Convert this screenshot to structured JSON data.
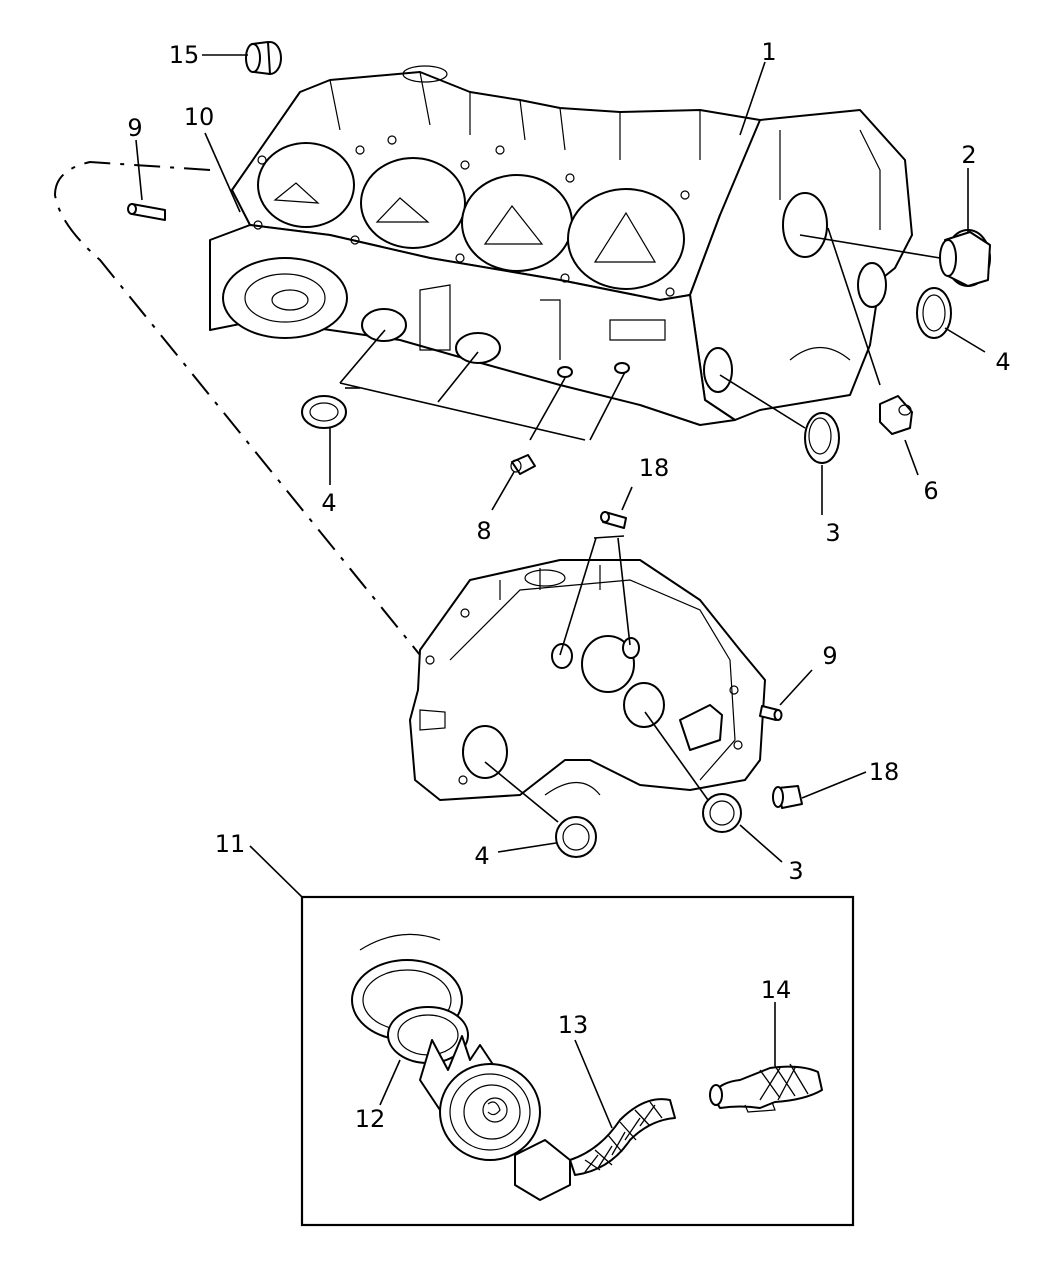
{
  "callouts": [
    {
      "id": "c1",
      "text": "1"
    },
    {
      "id": "c2",
      "text": "2"
    },
    {
      "id": "c3a",
      "text": "3"
    },
    {
      "id": "c3b",
      "text": "3"
    },
    {
      "id": "c4a",
      "text": "4"
    },
    {
      "id": "c4b",
      "text": "4"
    },
    {
      "id": "c4c",
      "text": "4"
    },
    {
      "id": "c6",
      "text": "6"
    },
    {
      "id": "c8",
      "text": "8"
    },
    {
      "id": "c9a",
      "text": "9"
    },
    {
      "id": "c9b",
      "text": "9"
    },
    {
      "id": "c10",
      "text": "10"
    },
    {
      "id": "c11",
      "text": "11"
    },
    {
      "id": "c12",
      "text": "12"
    },
    {
      "id": "c13",
      "text": "13"
    },
    {
      "id": "c14",
      "text": "14"
    },
    {
      "id": "c15",
      "text": "15"
    },
    {
      "id": "c18a",
      "text": "18"
    },
    {
      "id": "c18b",
      "text": "18"
    }
  ]
}
